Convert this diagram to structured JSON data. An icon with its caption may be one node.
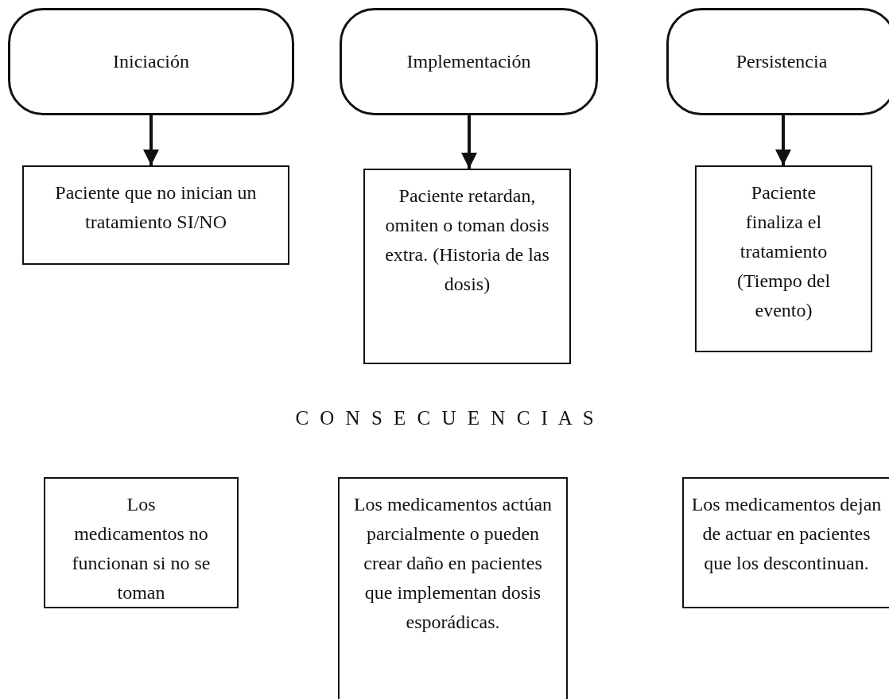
{
  "diagram": {
    "nodes": [
      {
        "text": [
          "Iniciación"
        ]
      },
      {
        "text": [
          "Implementación"
        ]
      },
      {
        "text": [
          "Persistencia"
        ]
      },
      {
        "text": [
          "Paciente que no inician un tratamiento SI/NO"
        ]
      },
      {
        "text": [
          "Paciente retardan, omiten o toman dosis extra. (Historia de las dosis)"
        ]
      },
      {
        "text": [
          "Paciente finaliza el tratamiento (Tiempo del evento)"
        ]
      },
      {
        "text": [
          "Los medicamentos no funcionan si no se toman"
        ]
      },
      {
        "text": [
          "Los medicamentos actúan parcialmente o pueden crear daño en pacientes que implementan dosis esporádicas."
        ]
      },
      {
        "text": [
          "Los medicamentos dejan de actuar en pacientes que los descontinuan."
        ]
      }
    ],
    "edges": [
      {
        "from": 0,
        "to": 3,
        "arrow": "to"
      },
      {
        "from": 1,
        "to": 4,
        "arrow": "to"
      },
      {
        "from": 2,
        "to": 5,
        "arrow": "to"
      }
    ],
    "labels": [
      "C O N S E C U E N C I A S"
    ]
  }
}
